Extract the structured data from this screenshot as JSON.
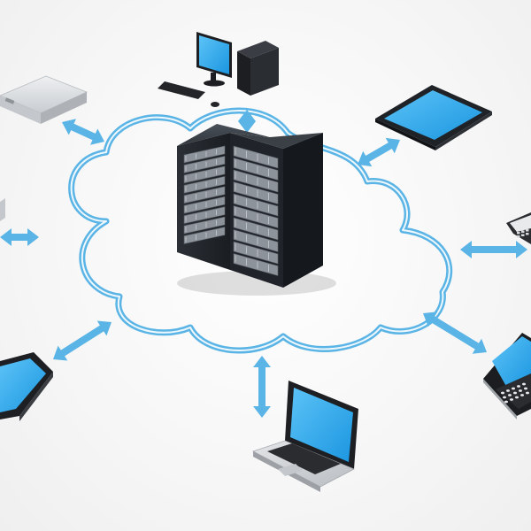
{
  "colors": {
    "background": "#f7f7f7",
    "cloud_outline": "#5ab4e5",
    "arrow": "#5ab4e5",
    "screen": "#2aa7ee",
    "server_body": "#23272c",
    "device_silver": "#d9dcdf",
    "device_dark": "#222428"
  },
  "nodes": [
    {
      "id": "server-rack",
      "icon": "server-rack-icon"
    },
    {
      "id": "desktop-computer",
      "icon": "desktop-computer-icon"
    },
    {
      "id": "network-appliance",
      "icon": "network-appliance-icon"
    },
    {
      "id": "tablet",
      "icon": "tablet-icon"
    },
    {
      "id": "keyboard-device",
      "icon": "keyboard-device-icon"
    },
    {
      "id": "smartphone-qwerty",
      "icon": "smartphone-qwerty-icon"
    },
    {
      "id": "laptop",
      "icon": "laptop-icon"
    },
    {
      "id": "smartphone-touch",
      "icon": "smartphone-touch-icon"
    },
    {
      "id": "offscreen-device",
      "icon": "device-icon"
    }
  ],
  "connections": [
    {
      "from": "server-rack",
      "to": "desktop-computer"
    },
    {
      "from": "server-rack",
      "to": "network-appliance"
    },
    {
      "from": "server-rack",
      "to": "tablet"
    },
    {
      "from": "server-rack",
      "to": "keyboard-device"
    },
    {
      "from": "server-rack",
      "to": "smartphone-qwerty"
    },
    {
      "from": "server-rack",
      "to": "laptop"
    },
    {
      "from": "server-rack",
      "to": "smartphone-touch"
    },
    {
      "from": "server-rack",
      "to": "offscreen-device"
    }
  ]
}
